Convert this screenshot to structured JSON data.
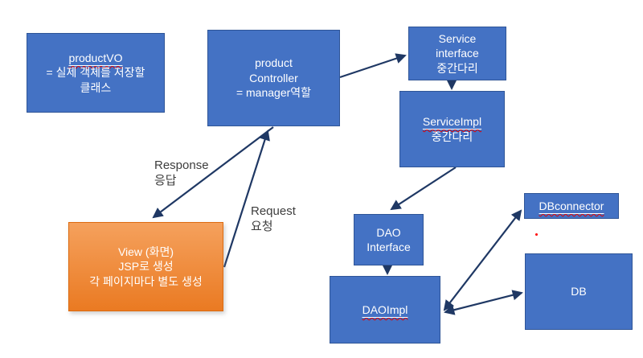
{
  "diagram": {
    "boxes": {
      "product_vo": {
        "lines": [
          "productVO",
          "= 실제 객체를 저장할",
          "클래스"
        ]
      },
      "controller": {
        "lines": [
          "product",
          "Controller",
          "= manager역할"
        ]
      },
      "service_interface": {
        "lines": [
          "Service",
          "interface",
          "중간다리"
        ]
      },
      "service_impl": {
        "lines": [
          "ServiceImpl",
          "중간다리"
        ]
      },
      "dao_interface": {
        "lines": [
          "DAO",
          "Interface"
        ]
      },
      "dao_impl": {
        "lines": [
          "DAOImpl"
        ]
      },
      "db_connector": {
        "lines": [
          "DBconnector"
        ]
      },
      "db": {
        "lines": [
          "DB"
        ]
      },
      "view": {
        "lines": [
          "View (화면)",
          "JSP로 생성",
          "각 페이지마다 별도 생성"
        ]
      }
    },
    "labels": {
      "response_en": "Response",
      "response_ko": "응답",
      "request_en": "Request",
      "request_ko": "요청"
    },
    "colors": {
      "box_fill": "#4472C4",
      "box_border": "#2F5597",
      "arrow": "#1F3864",
      "view_fill_top": "#F5A15D",
      "view_fill_bottom": "#EA7A22",
      "view_border": "#DD6B10",
      "spellcheck": "#E00000",
      "red_dot": "#FF0000"
    }
  }
}
